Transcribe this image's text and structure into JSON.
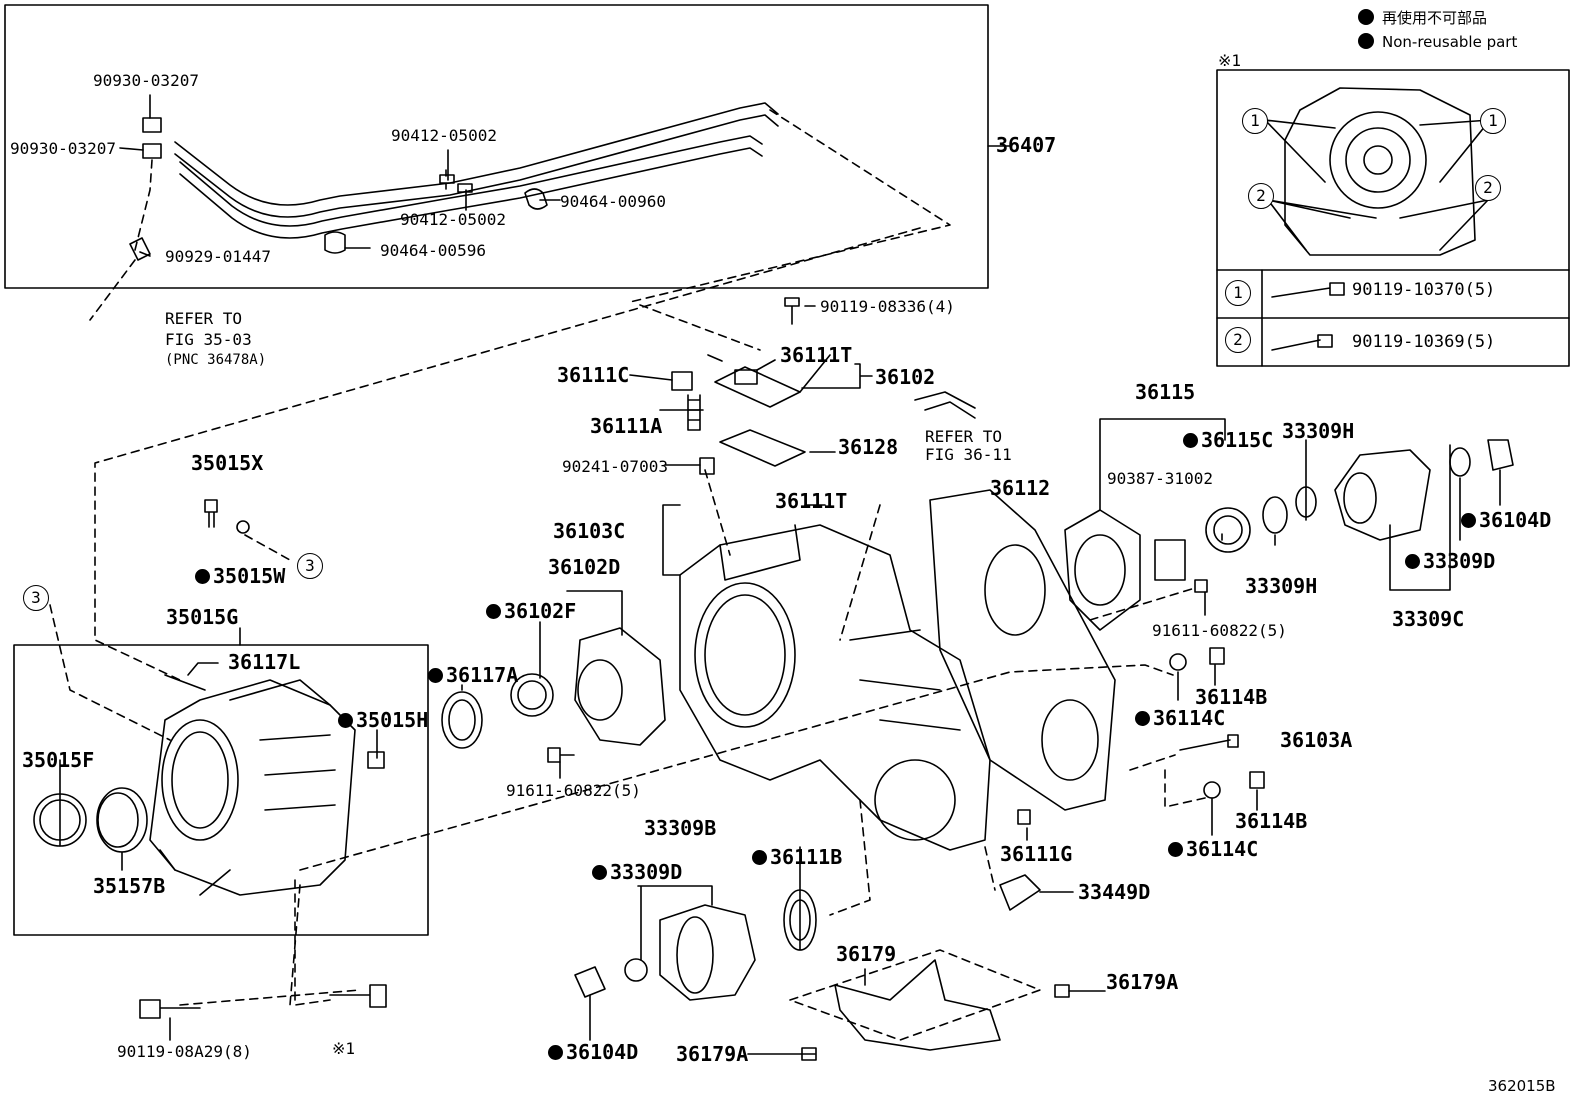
{
  "legend": {
    "jp": "再使用不可部品",
    "en": "Non-reusable part"
  },
  "ref_mark": "※1",
  "diagram_code": "362015B",
  "notes": {
    "refer_35": [
      "REFER TO",
      "FIG 35-03",
      "(PNC 36478A)"
    ],
    "refer_36": [
      "REFER TO",
      "FIG 36-11"
    ]
  },
  "inset": {
    "mark": "※1",
    "circle_1": "1",
    "circle_2": "2",
    "rows": [
      {
        "num": "1",
        "part": "90119-10370(5)"
      },
      {
        "num": "2",
        "part": "90119-10369(5)"
      }
    ]
  },
  "callouts": {
    "c3": "3",
    "nr": "●"
  },
  "labels": {
    "p90930a": "90930-03207",
    "p90930b": "90930-03207",
    "p90412a": "90412-05002",
    "p90412b": "90412-05002",
    "p90464a": "90464-00960",
    "p90464b": "90464-00596",
    "p90929": "90929-01447",
    "p36407": "36407",
    "p90119_08336": "90119-08336(4)",
    "p36111T_a": "36111T",
    "p36102": "36102",
    "p36111C": "36111C",
    "p36111A": "36111A",
    "p36128": "36128",
    "p90241": "90241-07003",
    "p36111T_b": "36111T",
    "p36103C": "36103C",
    "p36102D": "36102D",
    "p36102F": "36102F",
    "p35015X": "35015X",
    "p35015W": "35015W",
    "p35015G": "35015G",
    "p36117L": "36117L",
    "p36117A": "36117A",
    "p35015H": "35015H",
    "p35015F": "35015F",
    "p35157B": "35157B",
    "p91611_a": "91611-60822(5)",
    "p36112": "36112",
    "p36115": "36115",
    "p36115C": "36115C",
    "p33309H_a": "33309H",
    "p90387": "90387-31002",
    "p36104D_a": "36104D",
    "p33309D_a": "33309D",
    "p33309H_b": "33309H",
    "p33309C": "33309C",
    "p91611_b": "91611-60822(5)",
    "p36114B_a": "36114B",
    "p36114C_a": "36114C",
    "p36103A": "36103A",
    "p36114B_b": "36114B",
    "p36114C_b": "36114C",
    "p36111G": "36111G",
    "p33449D": "33449D",
    "p33309B": "33309B",
    "p33309D_b": "33309D",
    "p36111B": "36111B",
    "p36179": "36179",
    "p36179A_a": "36179A",
    "p36179A_b": "36179A",
    "p36104D_b": "36104D",
    "p90119_08A29": "90119-08A29(8)",
    "p_ref1": "※1"
  }
}
